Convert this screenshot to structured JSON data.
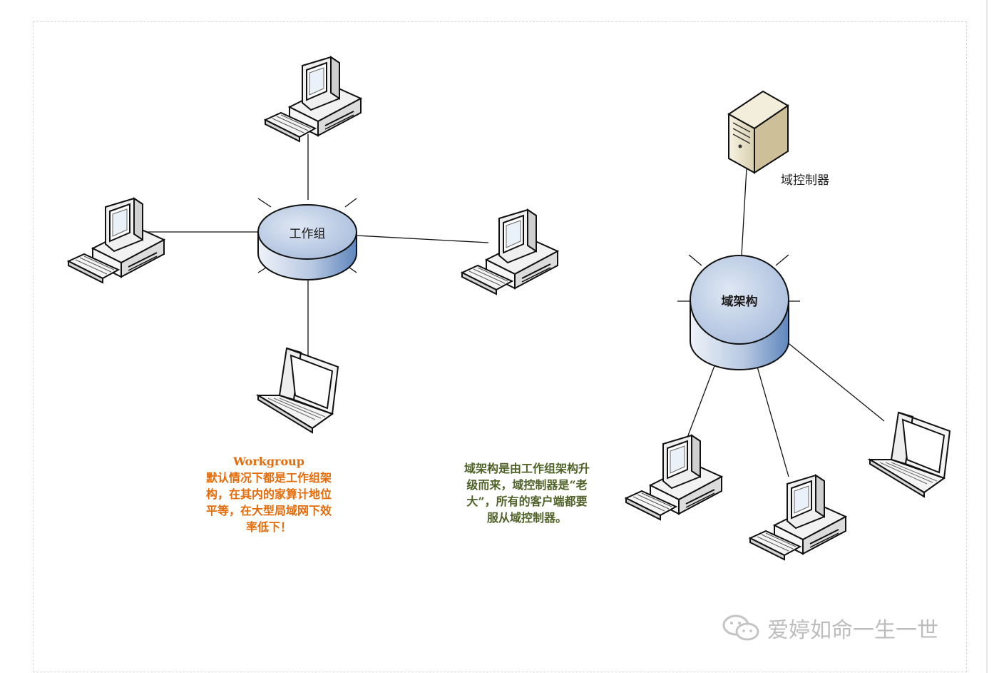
{
  "workgroup_hub": {
    "label": "工作组"
  },
  "domain_hub": {
    "label": "域架构"
  },
  "server": {
    "label": "域控制器"
  },
  "workgroup_note": {
    "title": "Workgroup",
    "lines": [
      "默认情况下都是工作组架",
      "构，在其内的家算计地位",
      "平等，在大型局域网下效",
      "率低下！"
    ]
  },
  "domain_note": {
    "lines": [
      "域架构是由工作组架构升",
      "级而来，域控制器是“老",
      "大”，所有的客户端都要",
      "服从域控制器。"
    ]
  },
  "watermark": {
    "text": "爱婷如命一生一世",
    "icon": "wechat-icon"
  },
  "colors": {
    "hub_fill": "#b8c9e3",
    "hub_dark": "#6f93c4",
    "orange": "#e46c0a",
    "green": "#4f6228"
  }
}
